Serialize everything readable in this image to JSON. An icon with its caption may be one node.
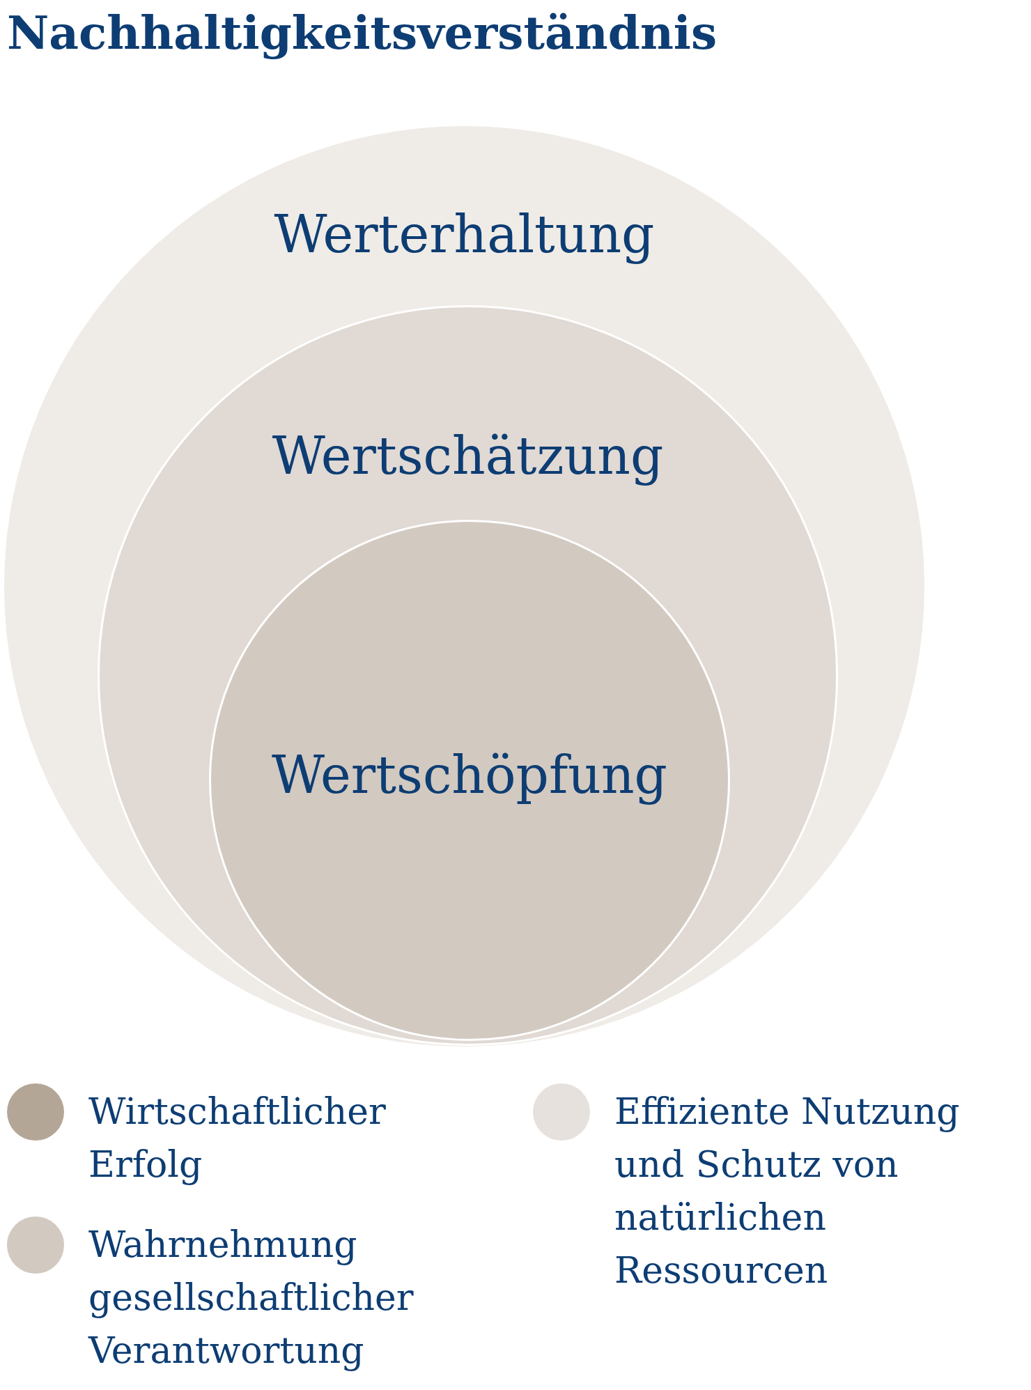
{
  "diagram": {
    "title": "Nachhaltigkeitsverständnis",
    "nodes": [
      {
        "text": [
          "Werterhaltung"
        ]
      },
      {
        "text": [
          "Wertschätzung"
        ],
        "in": 0
      },
      {
        "text": [
          "Wertschöpfung"
        ],
        "in": 1
      }
    ],
    "legend": [
      {
        "text": "Wirtschaftlicher Erfolg",
        "color": "#b3a696"
      },
      {
        "text": "Effiziente Nutzung und Schutz von natürlichen Ressourcen",
        "color": "#e6e1dc"
      },
      {
        "text": "Wahrnehmung gesellschaftlicher Verantwortung",
        "color": "#d2c9c0"
      }
    ]
  }
}
